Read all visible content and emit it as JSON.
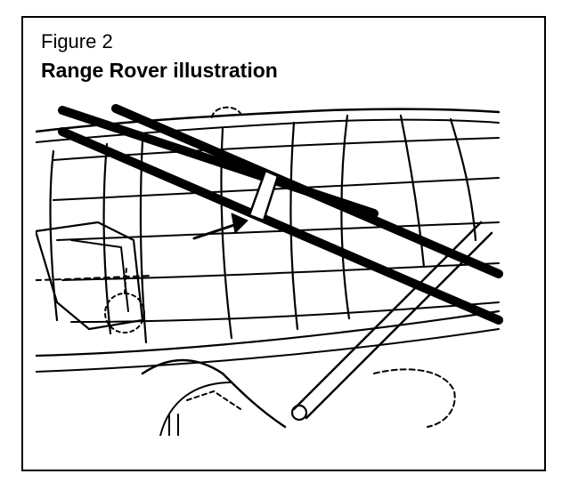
{
  "figure": {
    "number": "Figure 2",
    "title": "Range Rover illustration"
  },
  "illustration": {
    "subject": "parallel-bars-with-clip",
    "line_color": "#000000",
    "background": "#ffffff"
  }
}
